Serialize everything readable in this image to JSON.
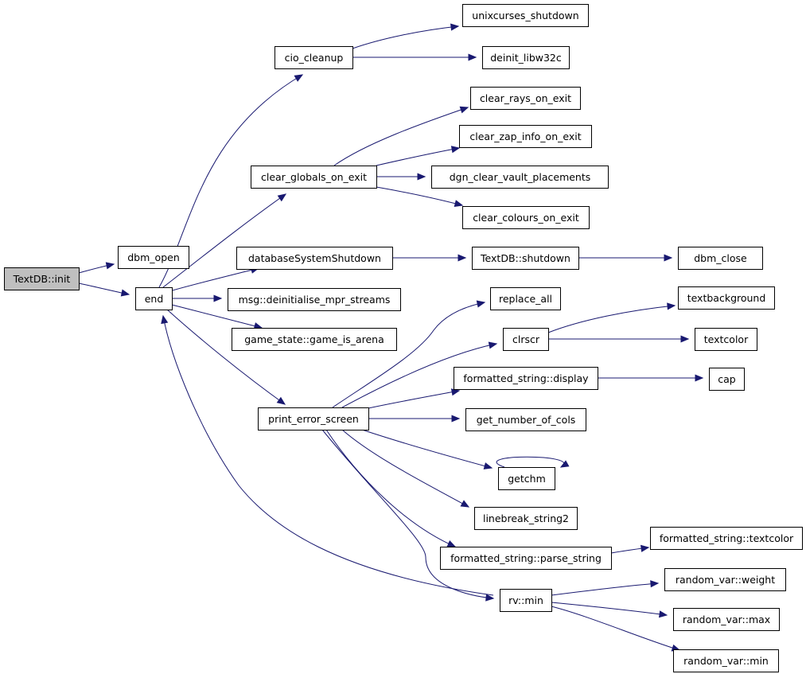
{
  "diagram": {
    "type": "call-graph",
    "nodes": [
      {
        "id": "textdb-init",
        "label": "TextDB::init",
        "root": true
      },
      {
        "id": "dbm-open",
        "label": "dbm_open"
      },
      {
        "id": "end",
        "label": "end"
      },
      {
        "id": "cio-cleanup",
        "label": "cio_cleanup"
      },
      {
        "id": "unixcurses-shutdown",
        "label": "unixcurses_shutdown"
      },
      {
        "id": "deinit-libw32c",
        "label": "deinit_libw32c"
      },
      {
        "id": "clear-rays-on-exit",
        "label": "clear_rays_on_exit"
      },
      {
        "id": "clear-globals-on-exit",
        "label": "clear_globals_on_exit"
      },
      {
        "id": "clear-zap-info-on-exit",
        "label": "clear_zap_info_on_exit"
      },
      {
        "id": "dgn-clear-vault-placements",
        "label": "dgn_clear_vault_placements"
      },
      {
        "id": "clear-colours-on-exit",
        "label": "clear_colours_on_exit"
      },
      {
        "id": "database-system-shutdown",
        "label": "databaseSystemShutdown"
      },
      {
        "id": "textdb-shutdown",
        "label": "TextDB::shutdown"
      },
      {
        "id": "dbm-close",
        "label": "dbm_close"
      },
      {
        "id": "msg-deinitialise-mpr-streams",
        "label": "msg::deinitialise_mpr_streams"
      },
      {
        "id": "game-state-game-is-arena",
        "label": "game_state::game_is_arena"
      },
      {
        "id": "replace-all",
        "label": "replace_all"
      },
      {
        "id": "textbackground",
        "label": "textbackground"
      },
      {
        "id": "clrscr",
        "label": "clrscr"
      },
      {
        "id": "textcolor",
        "label": "textcolor"
      },
      {
        "id": "formatted-string-display",
        "label": "formatted_string::display"
      },
      {
        "id": "cap",
        "label": "cap"
      },
      {
        "id": "print-error-screen",
        "label": "print_error_screen"
      },
      {
        "id": "get-number-of-cols",
        "label": "get_number_of_cols"
      },
      {
        "id": "getchm",
        "label": "getchm"
      },
      {
        "id": "linebreak-string2",
        "label": "linebreak_string2"
      },
      {
        "id": "formatted-string-textcolor",
        "label": "formatted_string::textcolor"
      },
      {
        "id": "formatted-string-parse-string",
        "label": "formatted_string::parse_string"
      },
      {
        "id": "random-var-weight",
        "label": "random_var::weight"
      },
      {
        "id": "rv-min",
        "label": "rv::min"
      },
      {
        "id": "random-var-max",
        "label": "random_var::max"
      },
      {
        "id": "random-var-min",
        "label": "random_var::min"
      }
    ],
    "edges": [
      {
        "from": "textdb-init",
        "to": "dbm-open"
      },
      {
        "from": "textdb-init",
        "to": "end"
      },
      {
        "from": "end",
        "to": "cio-cleanup"
      },
      {
        "from": "end",
        "to": "clear-globals-on-exit"
      },
      {
        "from": "end",
        "to": "database-system-shutdown"
      },
      {
        "from": "end",
        "to": "msg-deinitialise-mpr-streams"
      },
      {
        "from": "end",
        "to": "game-state-game-is-arena"
      },
      {
        "from": "end",
        "to": "print-error-screen"
      },
      {
        "from": "cio-cleanup",
        "to": "unixcurses-shutdown"
      },
      {
        "from": "cio-cleanup",
        "to": "deinit-libw32c"
      },
      {
        "from": "clear-globals-on-exit",
        "to": "clear-rays-on-exit"
      },
      {
        "from": "clear-globals-on-exit",
        "to": "clear-zap-info-on-exit"
      },
      {
        "from": "clear-globals-on-exit",
        "to": "dgn-clear-vault-placements"
      },
      {
        "from": "clear-globals-on-exit",
        "to": "clear-colours-on-exit"
      },
      {
        "from": "database-system-shutdown",
        "to": "textdb-shutdown"
      },
      {
        "from": "textdb-shutdown",
        "to": "dbm-close"
      },
      {
        "from": "print-error-screen",
        "to": "replace-all"
      },
      {
        "from": "print-error-screen",
        "to": "clrscr"
      },
      {
        "from": "print-error-screen",
        "to": "formatted-string-display"
      },
      {
        "from": "print-error-screen",
        "to": "get-number-of-cols"
      },
      {
        "from": "print-error-screen",
        "to": "getchm"
      },
      {
        "from": "print-error-screen",
        "to": "linebreak-string2"
      },
      {
        "from": "print-error-screen",
        "to": "formatted-string-parse-string"
      },
      {
        "from": "print-error-screen",
        "to": "rv-min"
      },
      {
        "from": "clrscr",
        "to": "textbackground"
      },
      {
        "from": "clrscr",
        "to": "textcolor"
      },
      {
        "from": "formatted-string-display",
        "to": "cap"
      },
      {
        "from": "getchm",
        "to": "getchm"
      },
      {
        "from": "formatted-string-parse-string",
        "to": "formatted-string-textcolor"
      },
      {
        "from": "rv-min",
        "to": "random-var-weight"
      },
      {
        "from": "rv-min",
        "to": "random-var-max"
      },
      {
        "from": "rv-min",
        "to": "random-var-min"
      },
      {
        "from": "rv-min",
        "to": "end"
      }
    ],
    "colors": {
      "edge": "#191970",
      "node_border": "#000000",
      "node_fill": "#ffffff",
      "root_fill": "#bfbfbf"
    }
  }
}
